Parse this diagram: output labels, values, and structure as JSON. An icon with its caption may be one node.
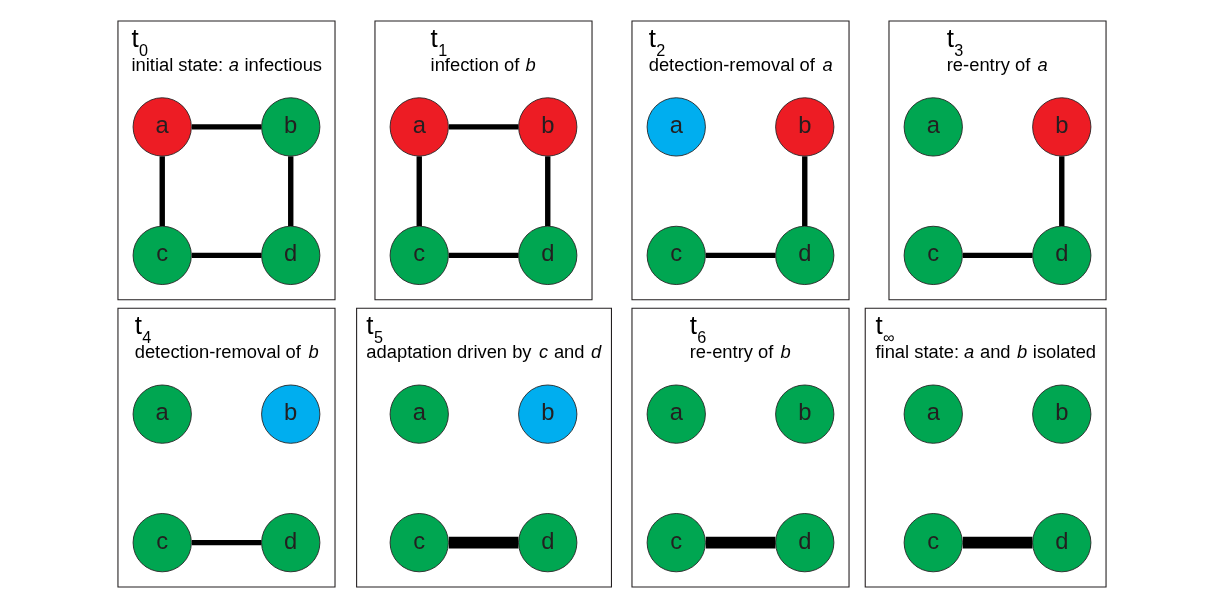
{
  "diagram": {
    "nodes": [
      {
        "text": [
          "t$_{0}$",
          "initial state: *a* infectious"
        ]
      },
      {
        "text": [
          "a"
        ],
        "in": 0
      },
      {
        "text": [
          "b"
        ],
        "in": 0
      },
      {
        "text": [
          "c"
        ],
        "in": 0
      },
      {
        "text": [
          "d"
        ],
        "in": 0
      },
      {
        "text": [
          "t$_{1}$",
          "infection of *b*"
        ]
      },
      {
        "text": [
          "a"
        ],
        "in": 5
      },
      {
        "text": [
          "b"
        ],
        "in": 5
      },
      {
        "text": [
          "c"
        ],
        "in": 5
      },
      {
        "text": [
          "d"
        ],
        "in": 5
      },
      {
        "text": [
          "t$_{2}$",
          "detection-removal of *a*"
        ]
      },
      {
        "text": [
          "a"
        ],
        "in": 10
      },
      {
        "text": [
          "b"
        ],
        "in": 10
      },
      {
        "text": [
          "c"
        ],
        "in": 10
      },
      {
        "text": [
          "d"
        ],
        "in": 10
      },
      {
        "text": [
          "t$_{3}$",
          "re-entry of *a*"
        ]
      },
      {
        "text": [
          "a"
        ],
        "in": 15
      },
      {
        "text": [
          "b"
        ],
        "in": 15
      },
      {
        "text": [
          "c"
        ],
        "in": 15
      },
      {
        "text": [
          "d"
        ],
        "in": 15
      },
      {
        "text": [
          "t$_{4}$",
          "detection-removal of *b*"
        ]
      },
      {
        "text": [
          "a"
        ],
        "in": 20
      },
      {
        "text": [
          "b"
        ],
        "in": 20
      },
      {
        "text": [
          "c"
        ],
        "in": 20
      },
      {
        "text": [
          "d"
        ],
        "in": 20
      },
      {
        "text": [
          "t$_{5}$",
          "adaptation driven by *c* and *d*"
        ]
      },
      {
        "text": [
          "a"
        ],
        "in": 25
      },
      {
        "text": [
          "b"
        ],
        "in": 25
      },
      {
        "text": [
          "c"
        ],
        "in": 25
      },
      {
        "text": [
          "d"
        ],
        "in": 25
      },
      {
        "text": [
          "t$_{6}$",
          "re-entry of *b*"
        ]
      },
      {
        "text": [
          "a"
        ],
        "in": 30
      },
      {
        "text": [
          "b"
        ],
        "in": 30
      },
      {
        "text": [
          "c"
        ],
        "in": 30
      },
      {
        "text": [
          "d"
        ],
        "in": 30
      },
      {
        "text": [
          "t$_{∞}$",
          "final state: *a* and *b* isolated"
        ]
      },
      {
        "text": [
          "a"
        ],
        "in": 35
      },
      {
        "text": [
          "b"
        ],
        "in": 35
      },
      {
        "text": [
          "c"
        ],
        "in": 35
      },
      {
        "text": [
          "d"
        ],
        "in": 35
      }
    ],
    "edges": [
      {
        "from": 1,
        "to": 2,
        "arrow": "none"
      },
      {
        "from": 1,
        "to": 3,
        "arrow": "none"
      },
      {
        "from": 2,
        "to": 4,
        "arrow": "none"
      },
      {
        "from": 3,
        "to": 4,
        "arrow": "none"
      },
      {
        "from": 6,
        "to": 7,
        "arrow": "none"
      },
      {
        "from": 6,
        "to": 8,
        "arrow": "none"
      },
      {
        "from": 7,
        "to": 9,
        "arrow": "none"
      },
      {
        "from": 8,
        "to": 9,
        "arrow": "none"
      },
      {
        "from": 12,
        "to": 14,
        "arrow": "none"
      },
      {
        "from": 13,
        "to": 14,
        "arrow": "none"
      },
      {
        "from": 17,
        "to": 19,
        "arrow": "none"
      },
      {
        "from": 18,
        "to": 19,
        "arrow": "none"
      },
      {
        "from": 23,
        "to": 24,
        "arrow": "none"
      },
      {
        "from": 28,
        "to": 29,
        "arrow": "none",
        "style": "thick"
      },
      {
        "from": 33,
        "to": 34,
        "arrow": "none",
        "style": "thick"
      },
      {
        "from": 38,
        "to": 39,
        "arrow": "none",
        "style": "thick"
      }
    ]
  }
}
